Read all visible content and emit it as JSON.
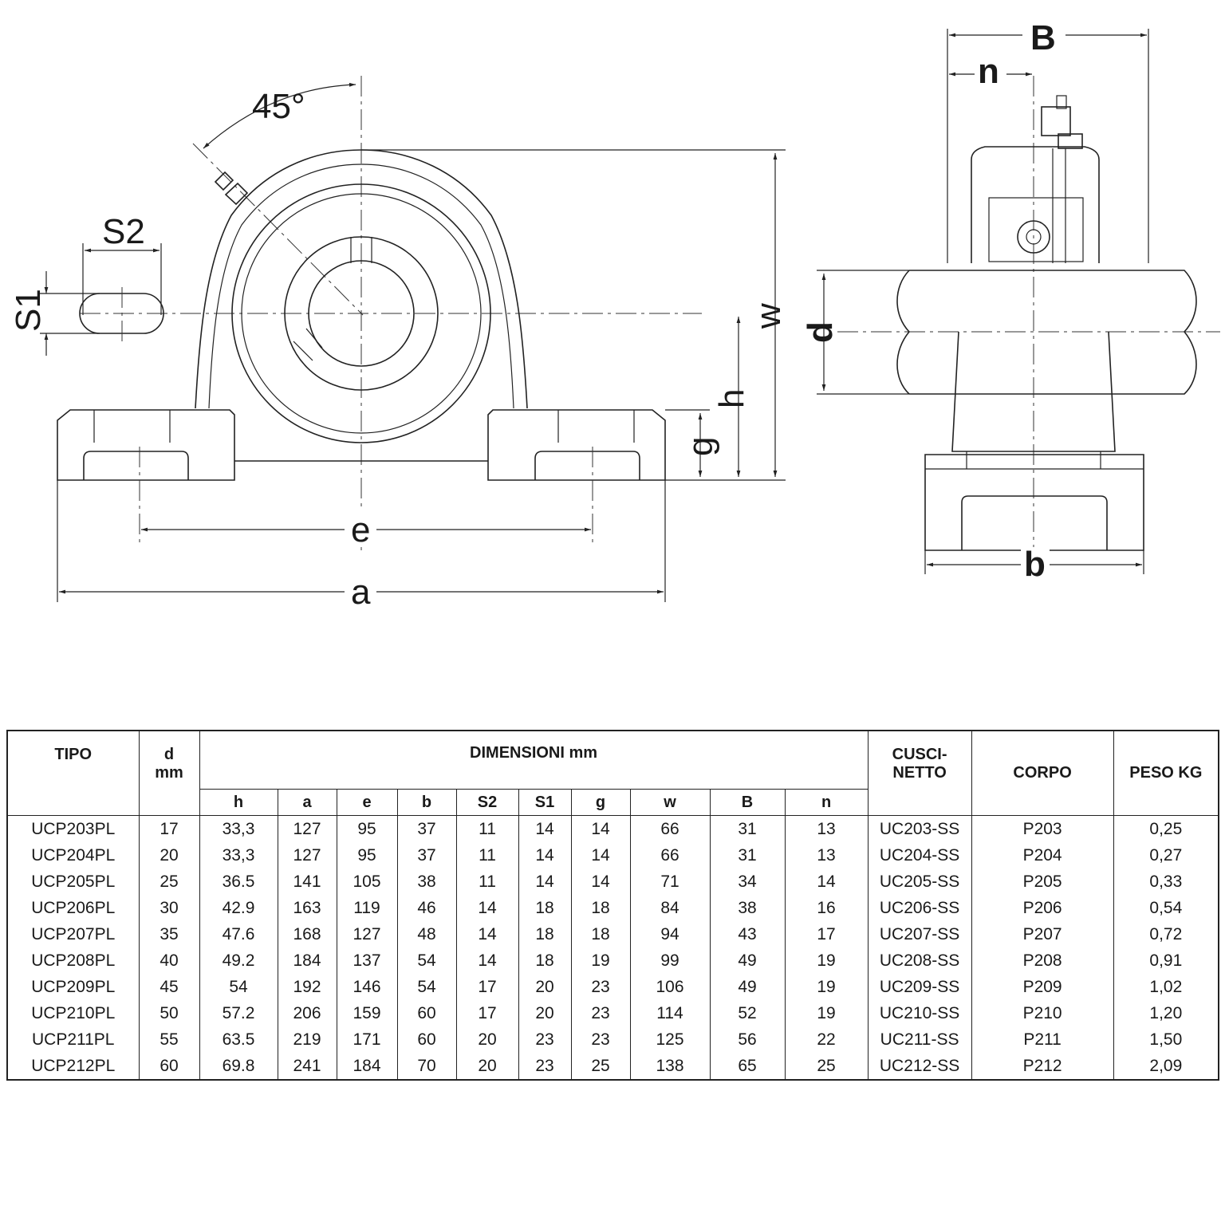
{
  "drawing": {
    "labels": {
      "angle": "45°",
      "S2": "S2",
      "S1": "S1",
      "w": "w",
      "h": "h",
      "g": "g",
      "e": "e",
      "a": "a",
      "B": "B",
      "n": "n",
      "d": "d",
      "b": "b"
    }
  },
  "table": {
    "headers": {
      "tipo": "TIPO",
      "d_line1": "d",
      "d_line2": "mm",
      "dimensioni": "DIMENSIONI mm",
      "cuscinetto_line1": "CUSCI-",
      "cuscinetto_line2": "NETTO",
      "corpo": "CORPO",
      "peso": "PESO KG",
      "sub": [
        "h",
        "a",
        "e",
        "b",
        "S2",
        "S1",
        "g",
        "w",
        "B",
        "n"
      ]
    },
    "rows": [
      [
        "UCP203PL",
        "17",
        "33,3",
        "127",
        "95",
        "37",
        "11",
        "14",
        "14",
        "66",
        "31",
        "13",
        "UC203-SS",
        "P203",
        "0,25"
      ],
      [
        "UCP204PL",
        "20",
        "33,3",
        "127",
        "95",
        "37",
        "11",
        "14",
        "14",
        "66",
        "31",
        "13",
        "UC204-SS",
        "P204",
        "0,27"
      ],
      [
        "UCP205PL",
        "25",
        "36.5",
        "141",
        "105",
        "38",
        "11",
        "14",
        "14",
        "71",
        "34",
        "14",
        "UC205-SS",
        "P205",
        "0,33"
      ],
      [
        "UCP206PL",
        "30",
        "42.9",
        "163",
        "119",
        "46",
        "14",
        "18",
        "18",
        "84",
        "38",
        "16",
        "UC206-SS",
        "P206",
        "0,54"
      ],
      [
        "UCP207PL",
        "35",
        "47.6",
        "168",
        "127",
        "48",
        "14",
        "18",
        "18",
        "94",
        "43",
        "17",
        "UC207-SS",
        "P207",
        "0,72"
      ],
      [
        "UCP208PL",
        "40",
        "49.2",
        "184",
        "137",
        "54",
        "14",
        "18",
        "19",
        "99",
        "49",
        "19",
        "UC208-SS",
        "P208",
        "0,91"
      ],
      [
        "UCP209PL",
        "45",
        "54",
        "192",
        "146",
        "54",
        "17",
        "20",
        "23",
        "106",
        "49",
        "19",
        "UC209-SS",
        "P209",
        "1,02"
      ],
      [
        "UCP210PL",
        "50",
        "57.2",
        "206",
        "159",
        "60",
        "17",
        "20",
        "23",
        "114",
        "52",
        "19",
        "UC210-SS",
        "P210",
        "1,20"
      ],
      [
        "UCP211PL",
        "55",
        "63.5",
        "219",
        "171",
        "60",
        "20",
        "23",
        "23",
        "125",
        "56",
        "22",
        "UC211-SS",
        "P211",
        "1,50"
      ],
      [
        "UCP212PL",
        "60",
        "69.8",
        "241",
        "184",
        "70",
        "20",
        "23",
        "25",
        "138",
        "65",
        "25",
        "UC212-SS",
        "P212",
        "2,09"
      ]
    ]
  }
}
